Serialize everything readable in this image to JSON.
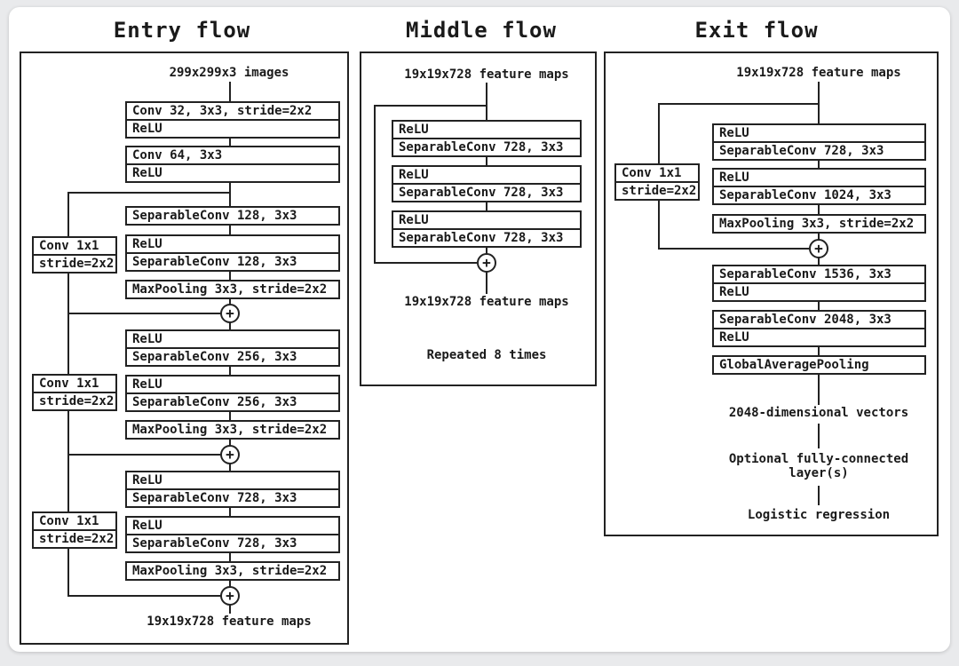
{
  "colors": {
    "canvas": "#e9eaec",
    "card": "#ffffff",
    "line": "#222222",
    "text": "#1a1a1a",
    "box_fill": "#ffffff"
  },
  "icons": {
    "add": "+"
  },
  "entry_flow": {
    "title": "Entry flow",
    "input_label": "299x299x3 images",
    "stacks": [
      [
        "Conv 32, 3x3, stride=2x2",
        "ReLU"
      ],
      [
        "Conv 64, 3x3",
        "ReLU"
      ],
      [
        "SeparableConv 128, 3x3"
      ],
      [
        "ReLU",
        "SeparableConv 128, 3x3"
      ],
      [
        "MaxPooling 3x3, stride=2x2"
      ],
      [
        "ReLU",
        "SeparableConv 256, 3x3"
      ],
      [
        "ReLU",
        "SeparableConv 256, 3x3"
      ],
      [
        "MaxPooling 3x3, stride=2x2"
      ],
      [
        "ReLU",
        "SeparableConv 728, 3x3"
      ],
      [
        "ReLU",
        "SeparableConv 728, 3x3"
      ],
      [
        "MaxPooling 3x3, stride=2x2"
      ]
    ],
    "skip_boxes": [
      [
        "Conv 1x1",
        "stride=2x2"
      ],
      [
        "Conv 1x1",
        "stride=2x2"
      ],
      [
        "Conv 1x1",
        "stride=2x2"
      ]
    ],
    "output_label": "19x19x728 feature maps"
  },
  "middle_flow": {
    "title": "Middle flow",
    "input_label": "19x19x728 feature maps",
    "stacks": [
      [
        "ReLU",
        "SeparableConv 728, 3x3"
      ],
      [
        "ReLU",
        "SeparableConv 728, 3x3"
      ],
      [
        "ReLU",
        "SeparableConv 728, 3x3"
      ]
    ],
    "output_label": "19x19x728 feature maps",
    "note": "Repeated 8 times"
  },
  "exit_flow": {
    "title": "Exit flow",
    "input_label": "19x19x728 feature maps",
    "skip_box": [
      "Conv 1x1",
      "stride=2x2"
    ],
    "stacks": [
      [
        "ReLU",
        "SeparableConv 728, 3x3"
      ],
      [
        "ReLU",
        "SeparableConv 1024, 3x3"
      ],
      [
        "MaxPooling 3x3, stride=2x2"
      ],
      [
        "SeparableConv 1536, 3x3",
        "ReLU"
      ],
      [
        "SeparableConv 2048, 3x3",
        "ReLU"
      ],
      [
        "GlobalAveragePooling"
      ]
    ],
    "vector_label": "2048-dimensional vectors",
    "fc_label_line1": "Optional fully-connected",
    "fc_label_line2": "layer(s)",
    "output_label": "Logistic regression"
  }
}
